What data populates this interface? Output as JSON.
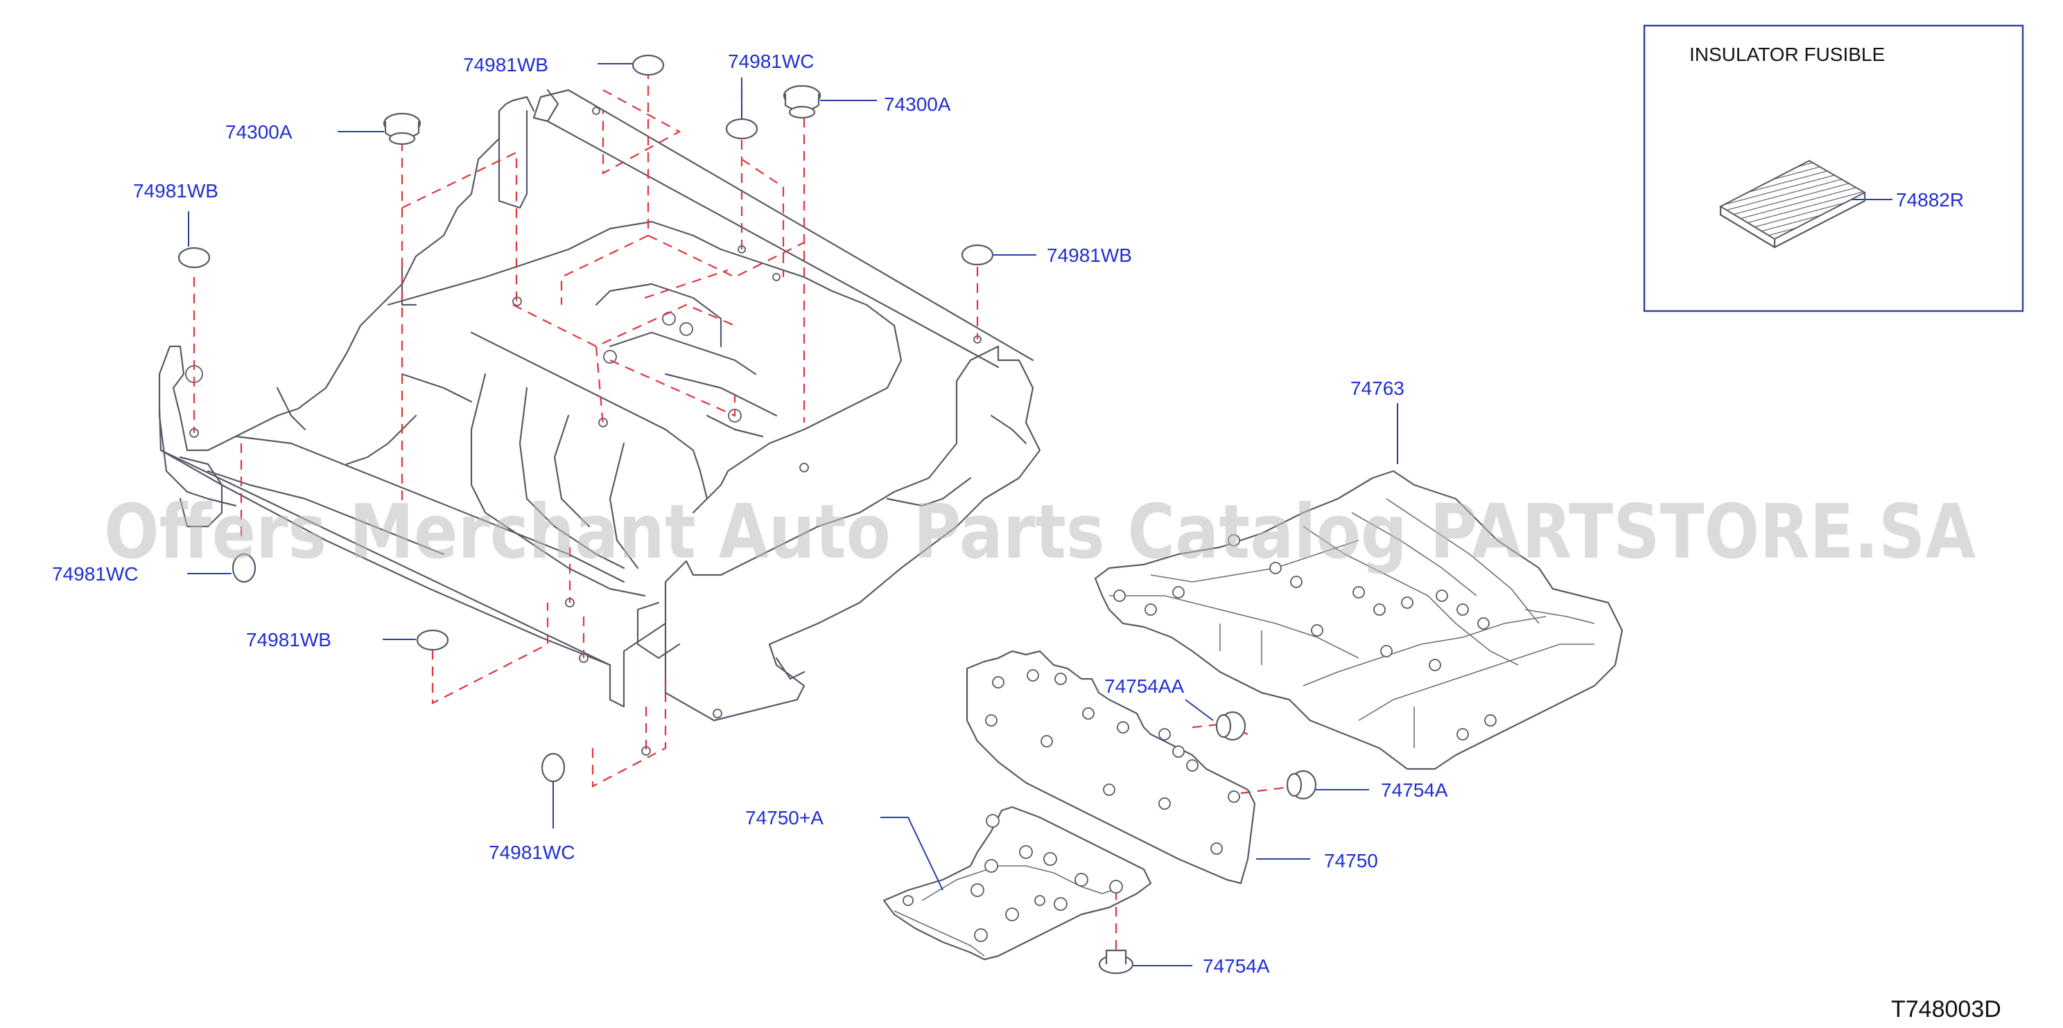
{
  "diagram": {
    "labels": {
      "wb_top": "74981WB",
      "wc_top": "74981WC",
      "a300_left": "74300A",
      "a300_right": "74300A",
      "wb_left": "74981WB",
      "wb_right": "74981WB",
      "wc_left": "74981WC",
      "wb_bottom": "74981WB",
      "wc_bottom": "74981WC",
      "p74763": "74763",
      "p74754AA": "74754AA",
      "p74754A_right": "74754A",
      "p74750A": "74750+A",
      "p74750": "74750",
      "p74754A_bottom": "74754A",
      "p74882R": "74882R"
    },
    "inset_title": "INSULATOR   FUSIBLE",
    "diagram_code": "T748003D",
    "watermark": "Offers Merchant Auto Parts Catalog PARTSTORE.SA"
  },
  "colors": {
    "label": "#1f2fd0",
    "leader": "#2a3fa0",
    "dashed": "#e0343c",
    "outline": "#555a66"
  }
}
